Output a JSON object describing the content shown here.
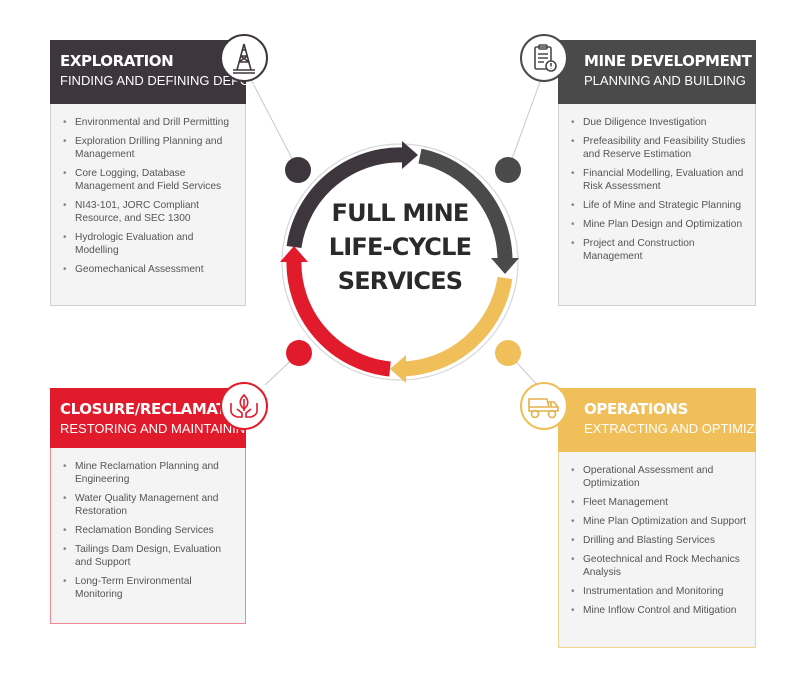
{
  "center": {
    "line1": "FULL MINE",
    "line2": "LIFE-CYCLE",
    "line3": "SERVICES"
  },
  "colors": {
    "exploration": "#3e363d",
    "development": "#4a4a4a",
    "operations": "#f0bf5a",
    "closure": "#e11b2b"
  },
  "panels": {
    "exploration": {
      "title": "EXPLORATION",
      "subtitle": "FINDING AND DEFINING DEPOSITS",
      "icon": "drill-rig-icon",
      "items": [
        "Environmental and Drill Permitting",
        "Exploration Drilling Planning and Management",
        "Core Logging, Database Management and Field Services",
        "NI43-101, JORC Compliant Resource,  and SEC 1300",
        "Hydrologic Evaluation and Modelling",
        "Geomechanical Assessment"
      ]
    },
    "development": {
      "title": "MINE DEVELOPMENT",
      "subtitle": "PLANNING AND BUILDING",
      "icon": "clipboard-icon",
      "items": [
        "Due Diligence Investigation",
        "Prefeasibility and Feasibility Studies and Reserve Estimation",
        "Financial Modelling, Evaluation and Risk Assessment",
        "Life of Mine and Strategic Planning",
        "Mine Plan Design and Optimization",
        "Project and Construction Management"
      ]
    },
    "closure": {
      "title": "CLOSURE/RECLAMATION",
      "subtitle": "RESTORING AND MAINTAINING",
      "icon": "hands-leaf-icon",
      "items": [
        "Mine Reclamation Planning and Engineering",
        "Water Quality Management and Restoration",
        "Reclamation Bonding Services",
        "Tailings Dam Design, Evaluation and Support",
        "Long-Term Environmental Monitoring"
      ]
    },
    "operations": {
      "title": "OPERATIONS",
      "subtitle": "EXTRACTING AND OPTIMIZING",
      "icon": "haul-truck-icon",
      "items": [
        "Operational Assessment and Optimization",
        "Fleet Management",
        "Mine Plan Optimization and Support",
        "Drilling and Blasting Services",
        "Geotechnical and Rock Mechanics Analysis",
        "Instrumentation and Monitoring",
        "Mine Inflow Control and Mitigation"
      ]
    }
  }
}
